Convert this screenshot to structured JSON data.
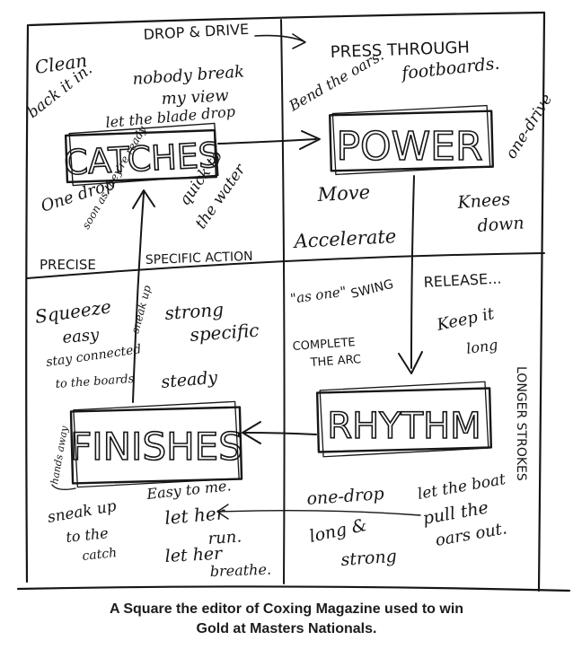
{
  "diagram": {
    "boxes": {
      "catches": "CATCHES",
      "power": "POWER",
      "finishes": "FINISHES",
      "rhythm": "RHYTHM"
    },
    "top_left": {
      "clean": "Clean",
      "back_it_in": "back it in.",
      "nobody_break": "nobody break",
      "my_view": "my view",
      "let_the_blade_drop": "let the blade drop",
      "one_drop": "One drop",
      "soon_as": "soon as they're ready",
      "quick_to": "quick to",
      "the_water": "the water",
      "precise": "PRECISE",
      "specific_action": "SPECIFIC ACTION"
    },
    "top_right": {
      "drop_and_drive": "DROP & DRIVE",
      "press_through": "PRESS THROUGH",
      "footboards": "footboards.",
      "bend_the_oars": "Bend the oars.",
      "one_drive": "one-drive",
      "move": "Move",
      "accelerate": "Accelerate",
      "knees": "Knees",
      "down": "down"
    },
    "bottom_left": {
      "squeeze": "Squeeze",
      "easy": "easy",
      "stay_connected": "stay connected",
      "to_the_boards": "to the boards",
      "sneak_up_side": "sneak up",
      "strong": "strong",
      "specific": "specific",
      "steady": "steady",
      "hands_away": "hands away",
      "sneak_up": "sneak up",
      "to_the": "to the",
      "catch": "catch",
      "easy_to_me": "Easy to me.",
      "let_her": "let her",
      "run": "run.",
      "let_her_2": "let her",
      "breathe": "breathe."
    },
    "bottom_right": {
      "release": "RELEASE...",
      "as_one": "\"as one\"",
      "swing": "SWING",
      "complete": "COMPLETE",
      "the_arc": "THE ARC",
      "keep_it": "Keep it",
      "long": "long",
      "one_drop": "one-drop",
      "long_and": "long &",
      "strong": "strong",
      "let_the_boat": "let the boat",
      "pull_the": "pull the",
      "oars_out": "oars out.",
      "vertical": "LONGER STROKES"
    }
  },
  "caption": {
    "line1": "A Square the editor of Coxing Magazine used to win",
    "line2": "Gold at Masters Nationals."
  }
}
